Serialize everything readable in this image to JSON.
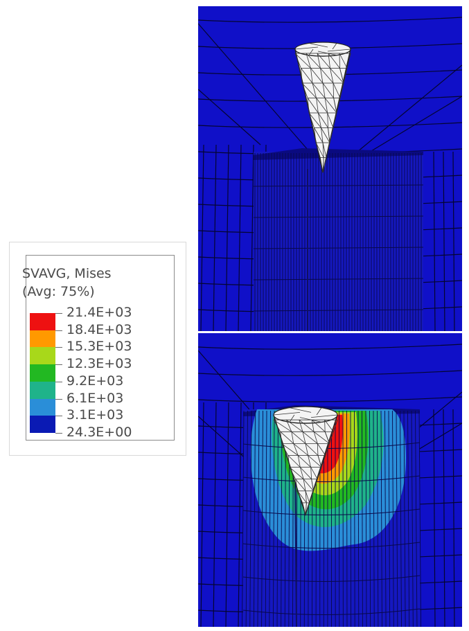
{
  "legend": {
    "title_line1": "SVAVG, Mises",
    "title_line2": "(Avg: 75%)",
    "values": [
      "21.4E+03",
      "18.4E+03",
      "15.3E+03",
      "12.3E+03",
      "9.2E+03",
      "6.1E+03",
      "3.1E+03",
      "24.3E+00"
    ],
    "colors": [
      "#ee1111",
      "#ff9900",
      "#a8d81a",
      "#22b822",
      "#1fb38a",
      "#2a8ed8",
      "#0a1ab4"
    ]
  },
  "panels": [
    {
      "name": "before-indentation",
      "background": "#1010c8"
    },
    {
      "name": "after-indentation",
      "background": "#1010c8"
    }
  ]
}
